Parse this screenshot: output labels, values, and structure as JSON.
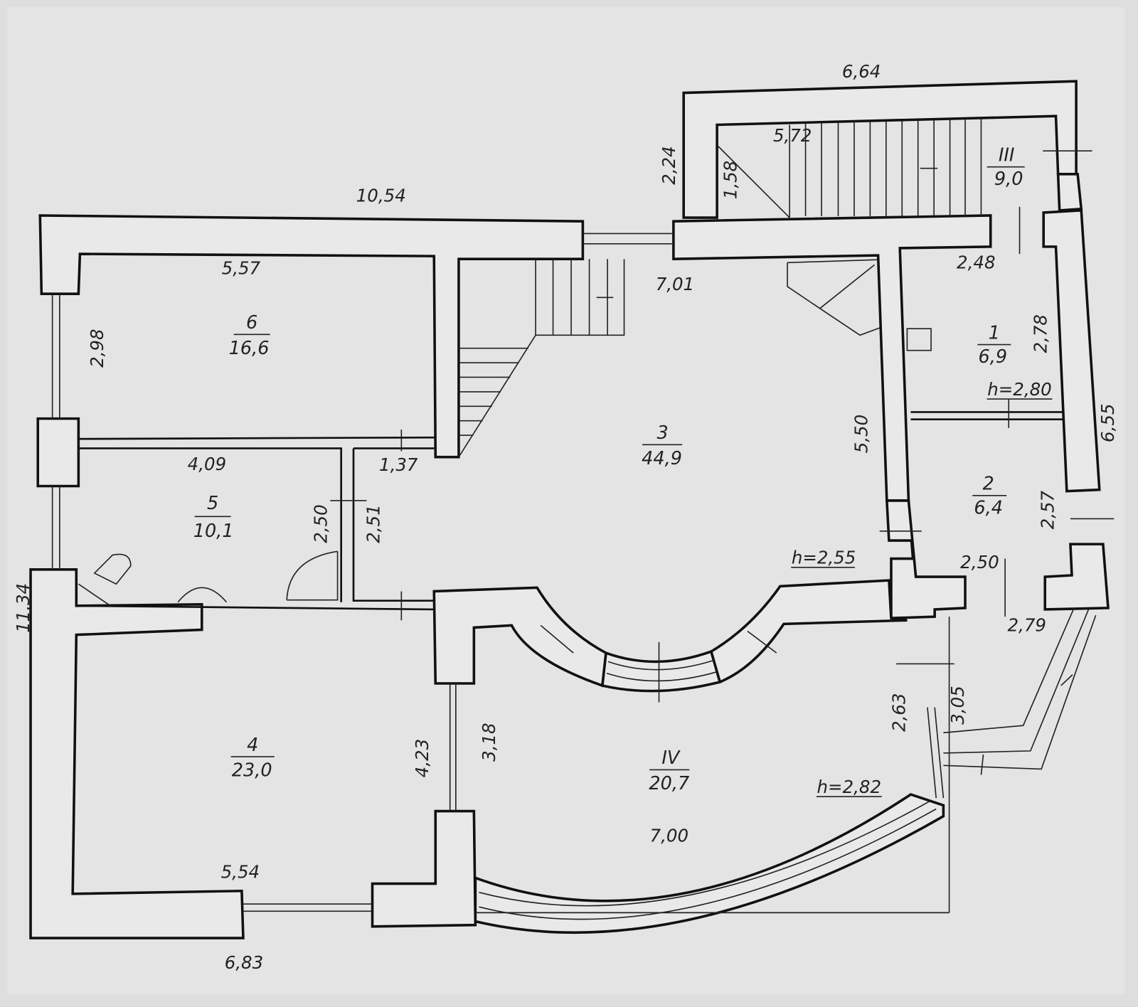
{
  "rooms": [
    {
      "number": "6",
      "area": "16,6"
    },
    {
      "number": "5",
      "area": "10,1"
    },
    {
      "number": "3",
      "area": "44,9"
    },
    {
      "number": "4",
      "area": "23,0"
    },
    {
      "number": "IV",
      "area": "20,7"
    },
    {
      "number": "III",
      "area": "9,0"
    },
    {
      "number": "1",
      "area": "6,9"
    },
    {
      "number": "2",
      "area": "6,4"
    }
  ],
  "heights": [
    "h=2,55",
    "h=2,80",
    "h=2,82"
  ],
  "dimensions": {
    "top_overall": "10,54",
    "stair_top": "6,64",
    "stair_width": "5,72",
    "stair_depth_outer": "2,24",
    "stair_depth_inner": "1,58",
    "room6_width": "5,57",
    "room6_depth": "2,98",
    "room3_width": "7,01",
    "room3_depth": "5,50",
    "room1_width": "2,48",
    "room1_depth": "2,78",
    "right_overall": "6,55",
    "room2_depth": "2,57",
    "room2_width": "2,50",
    "porch_width": "2,79",
    "porch_depth": "3,05",
    "ivroom_side": "2,63",
    "room5_width": "4,09",
    "room5_depth": "2,50",
    "corridor_width": "1,37",
    "corridor_depth": "2,51",
    "left_overall": "11,34",
    "room4_depth": "4,23",
    "ivroom_depth": "3,18",
    "room4_width": "5,54",
    "ivroom_width": "7,00",
    "bottom_overall": "6,83"
  }
}
